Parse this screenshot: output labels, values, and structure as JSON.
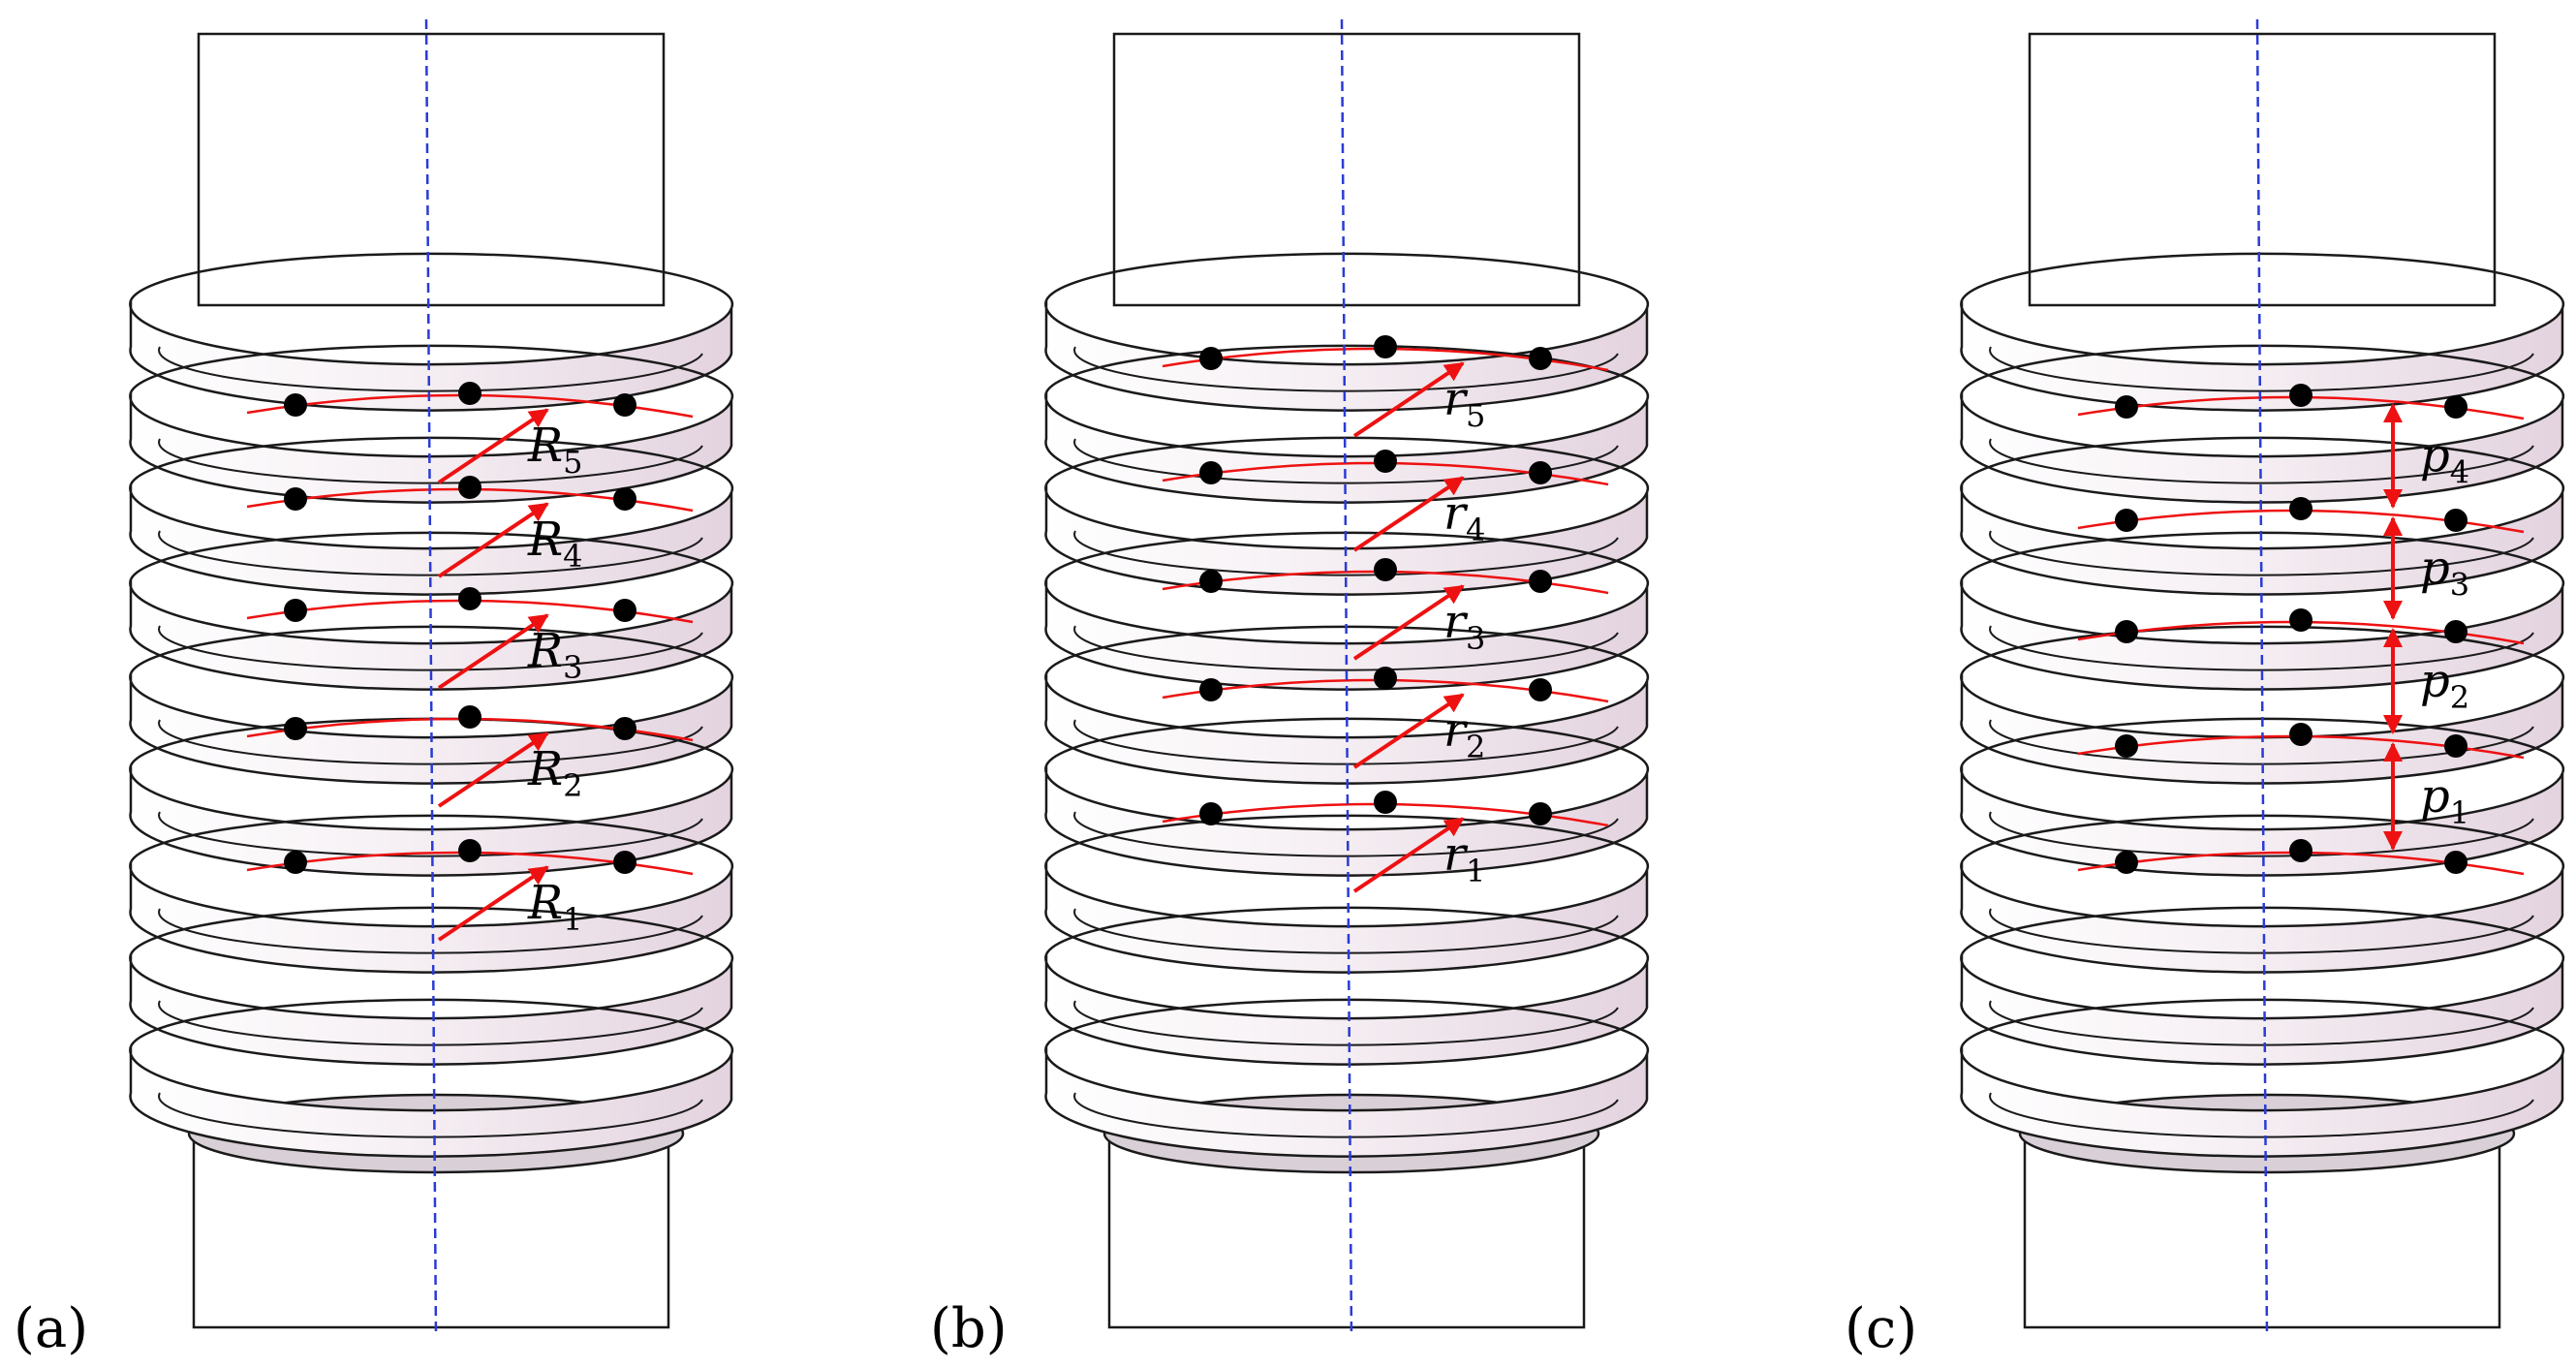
{
  "figure": {
    "panels": [
      {
        "label": "(a)",
        "kind": "radius",
        "symbol": "R",
        "measures": [
          {
            "sub": "5"
          },
          {
            "sub": "4"
          },
          {
            "sub": "3"
          },
          {
            "sub": "2"
          },
          {
            "sub": "1"
          }
        ]
      },
      {
        "label": "(b)",
        "kind": "radius",
        "symbol": "r",
        "measures": [
          {
            "sub": "5"
          },
          {
            "sub": "4"
          },
          {
            "sub": "3"
          },
          {
            "sub": "2"
          },
          {
            "sub": "1"
          }
        ]
      },
      {
        "label": "(c)",
        "kind": "pitch",
        "symbol": "p",
        "measures": [
          {
            "sub": "4"
          },
          {
            "sub": "3"
          },
          {
            "sub": "2"
          },
          {
            "sub": "1"
          }
        ]
      }
    ],
    "colors": {
      "axis": "#2a3bd6",
      "measure": "#ee1111",
      "thread_fill": "#ffffff",
      "thread_face": "#e9dde6",
      "stroke": "#1a1a1a",
      "point": "#000000"
    }
  }
}
